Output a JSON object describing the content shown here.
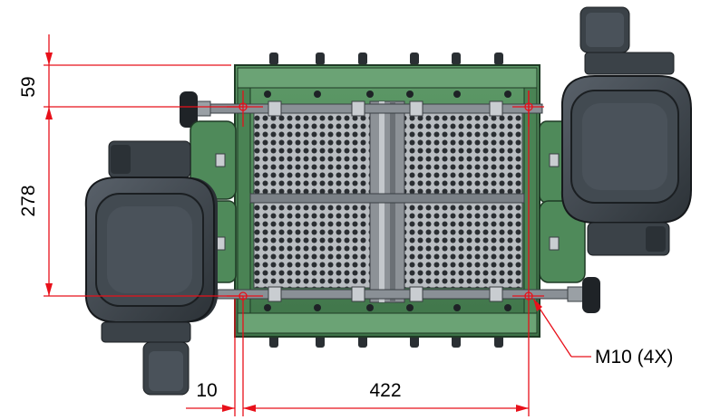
{
  "dimensions": {
    "top_offset": "59",
    "hole_spacing_vertical": "278",
    "left_offset": "10",
    "hole_spacing_horizontal": "422"
  },
  "callout": {
    "hole_label": "M10 (4X)"
  },
  "colors": {
    "frame_green": "#4f8a5a",
    "frame_green_dark": "#2f5a38",
    "frame_green_light": "#7fb086",
    "motor_gray": "#3f464d",
    "motor_gray_dark": "#23282c",
    "screen_gray": "#9a9fa4",
    "dimension_red": "#e8101a"
  },
  "icons": {
    "mounting_hole": "crosshair-circle-icon"
  }
}
